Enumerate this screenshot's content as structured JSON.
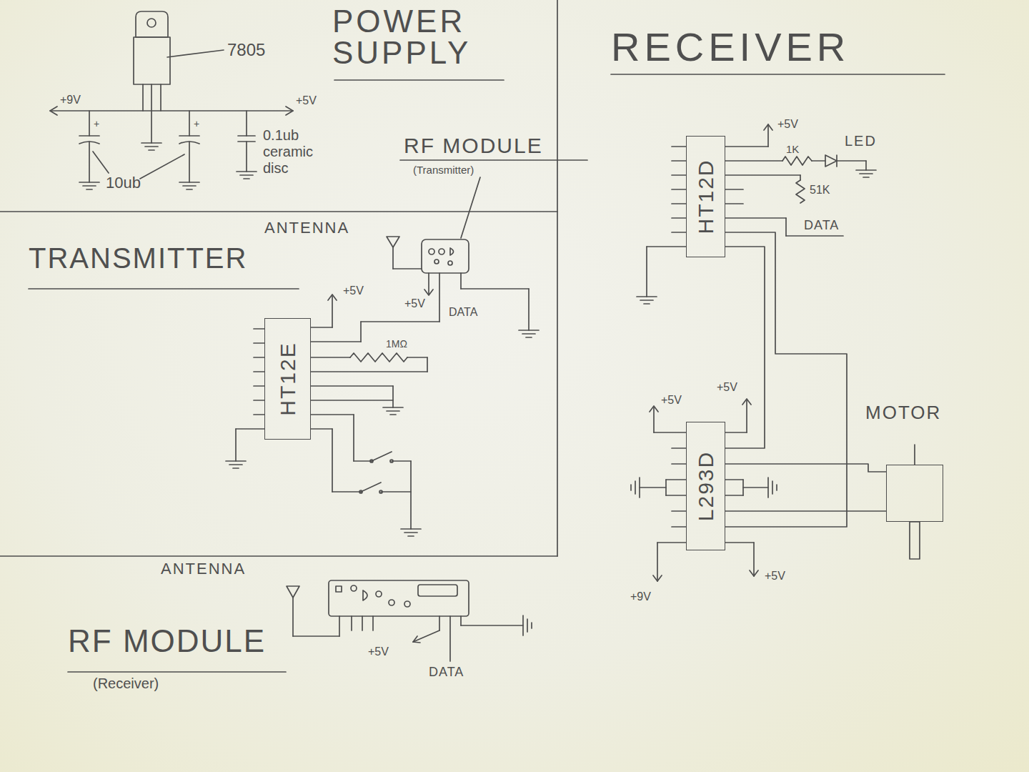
{
  "diagram": {
    "nodes": [
      {
        "text": [
          "HT12E"
        ]
      },
      {
        "text": [
          "HT12D"
        ]
      },
      {
        "text": [
          "L293D"
        ]
      },
      {
        "text": [
          "MOTOR"
        ]
      }
    ],
    "edges": [
      {
        "from": 1,
        "to": 2,
        "arrow": "none"
      },
      {
        "from": 1,
        "to": 2,
        "arrow": "none"
      },
      {
        "from": 2,
        "to": 3,
        "arrow": "none"
      },
      {
        "from": 2,
        "to": 3,
        "arrow": "none"
      }
    ],
    "labels": [
      "POWER SUPPLY",
      "7805",
      "+9V",
      "+5V",
      "+",
      "+",
      "10ub",
      "0.1ub ceramic disc",
      "RF MODULE",
      "(Transmitter)",
      "ANTENNA",
      "+5V",
      "DATA",
      "TRANSMITTER",
      "+5V",
      "1MΩ",
      "RECEIVER",
      "+5V",
      "1K",
      "LED",
      "51K",
      "DATA",
      "+5V",
      "+5V",
      "+9V",
      "+5V",
      "ANTENNA",
      "+5V",
      "DATA",
      "RF MODULE",
      "(Receiver)"
    ]
  }
}
